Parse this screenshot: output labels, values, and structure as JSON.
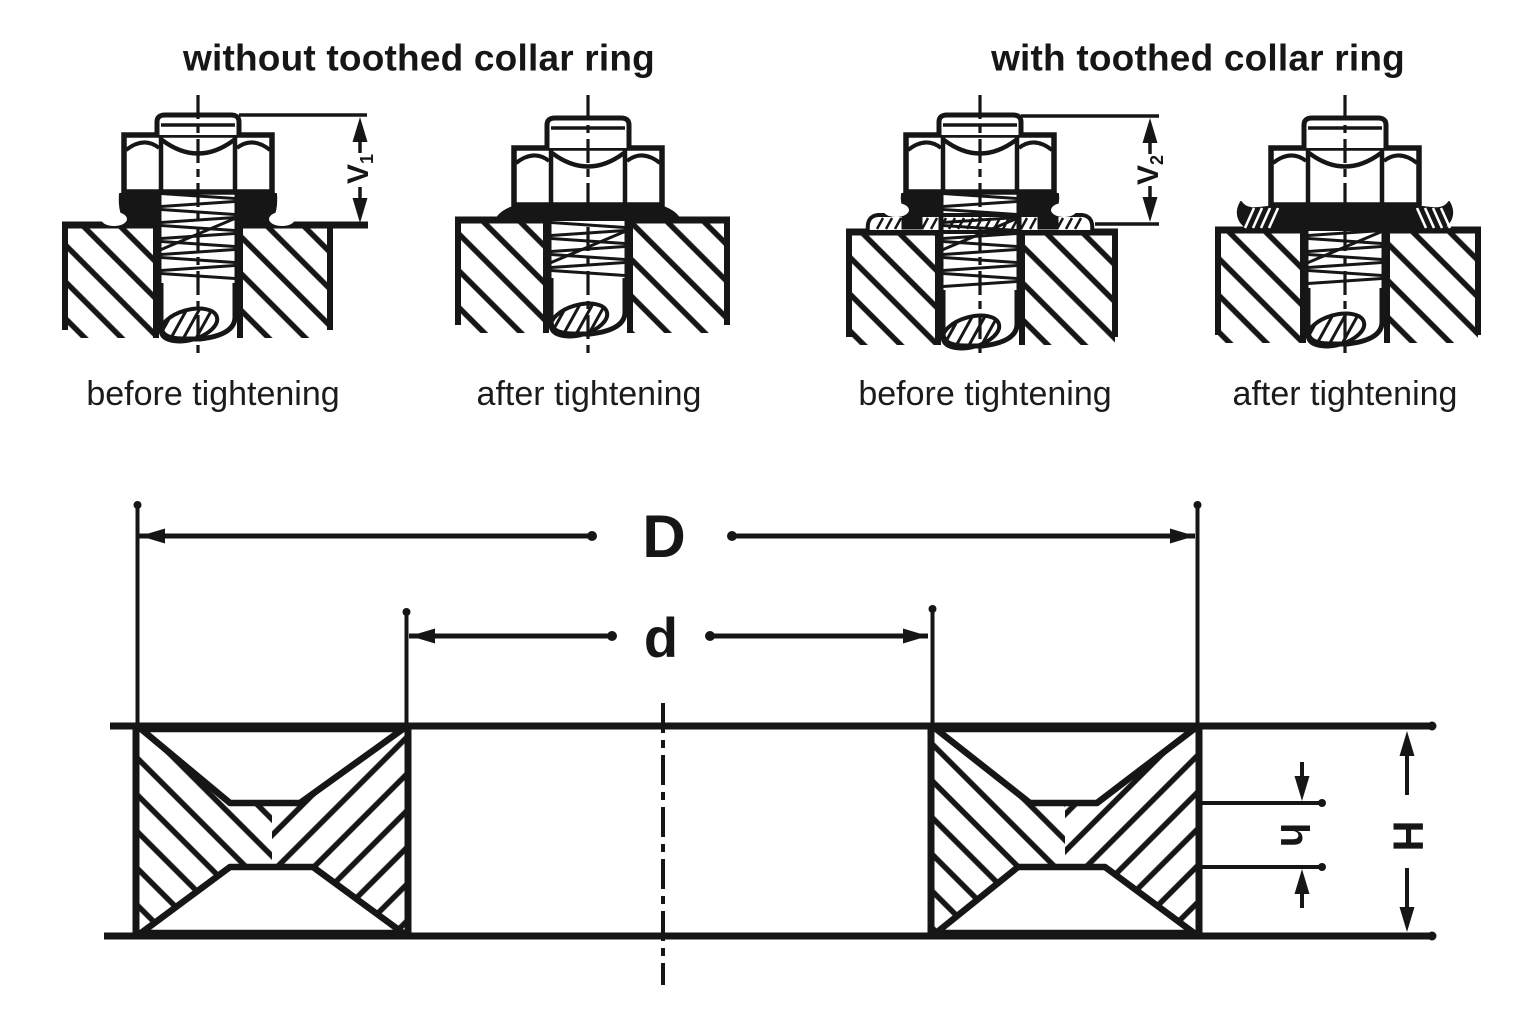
{
  "headings": {
    "left": "without toothed collar ring",
    "right": "with toothed collar ring"
  },
  "captions": {
    "panel1": "before tightening",
    "panel2": "after tightening",
    "panel3": "before tightening",
    "panel4": "after tightening"
  },
  "dim_labels": {
    "v_main": "V",
    "v1_sub": "1",
    "v2_sub": "2",
    "outer_diameter": "D",
    "inner_diameter": "d",
    "cone_height": "h",
    "overall_height": "H"
  },
  "colors": {
    "ink": "#161616",
    "background": "#ffffff"
  }
}
